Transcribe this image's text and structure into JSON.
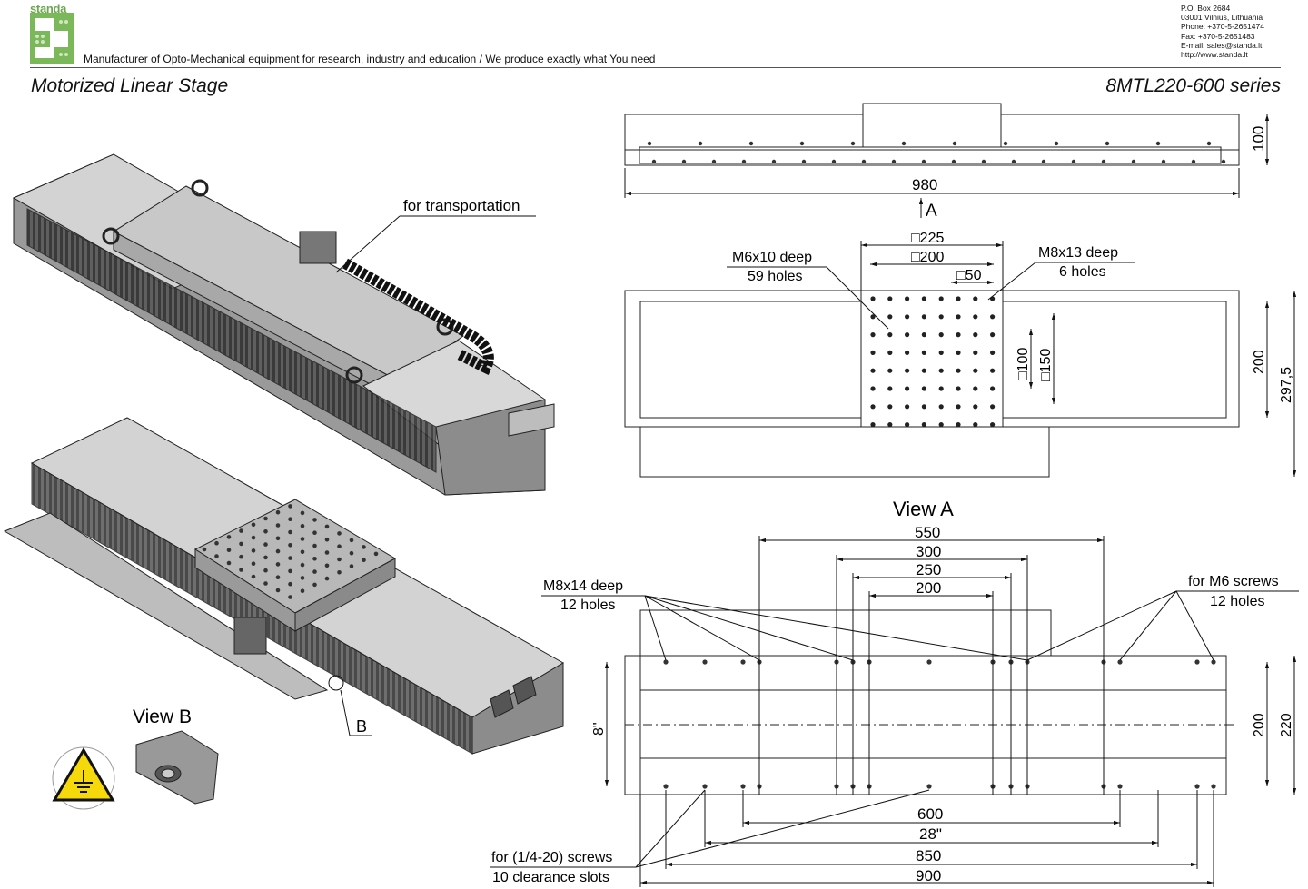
{
  "header": {
    "logo_text": "standa",
    "tagline": "Manufacturer of Opto-Mechanical equipment for research, industry and education / We produce exactly what You need",
    "contact": [
      "P.O. Box 2684",
      "03001 Vilnius, Lithuania",
      "Phone: +370-5-2651474",
      "Fax: +370-5-2651483",
      "E-mail: sales@standa.lt",
      "http://www.standa.lt"
    ]
  },
  "titles": {
    "left": "Motorized Linear Stage",
    "right": "8MTL220-600 series"
  },
  "iso": {
    "transport_label": "for transportation",
    "view_b_title": "View B",
    "view_b_marker": "B"
  },
  "top_view": {
    "width_dim": "980",
    "height_dim": "100",
    "view_arrow_label": "A"
  },
  "plan_view": {
    "sq225": "□225",
    "sq200": "□200",
    "sq50": "□50",
    "m6_label": "M6x10 deep",
    "m6_count": "59 holes",
    "m8_label": "M8x13 deep",
    "m8_count": "6 holes",
    "sq100": "□100",
    "sq150": "□150",
    "dim200": "200",
    "dim297": "297,5"
  },
  "view_a": {
    "title": "View A",
    "d550": "550",
    "d300": "300",
    "d250": "250",
    "d200": "200",
    "m8_label": "M8x14 deep",
    "m8_count": "12 holes",
    "m6_label": "for M6 screws",
    "m6_count": "12 holes",
    "d8in": "8\"",
    "d200v": "200",
    "d220v": "220",
    "d600": "600",
    "d28in": "28\"",
    "d850": "850",
    "d900": "900",
    "slots_label": "for (1/4-20) screws",
    "slots_count": "10 clearance slots"
  },
  "colors": {
    "accent_green": "#6aa84f",
    "warning_yellow": "#f5d90a",
    "body_gray": "#c8c8c8"
  }
}
